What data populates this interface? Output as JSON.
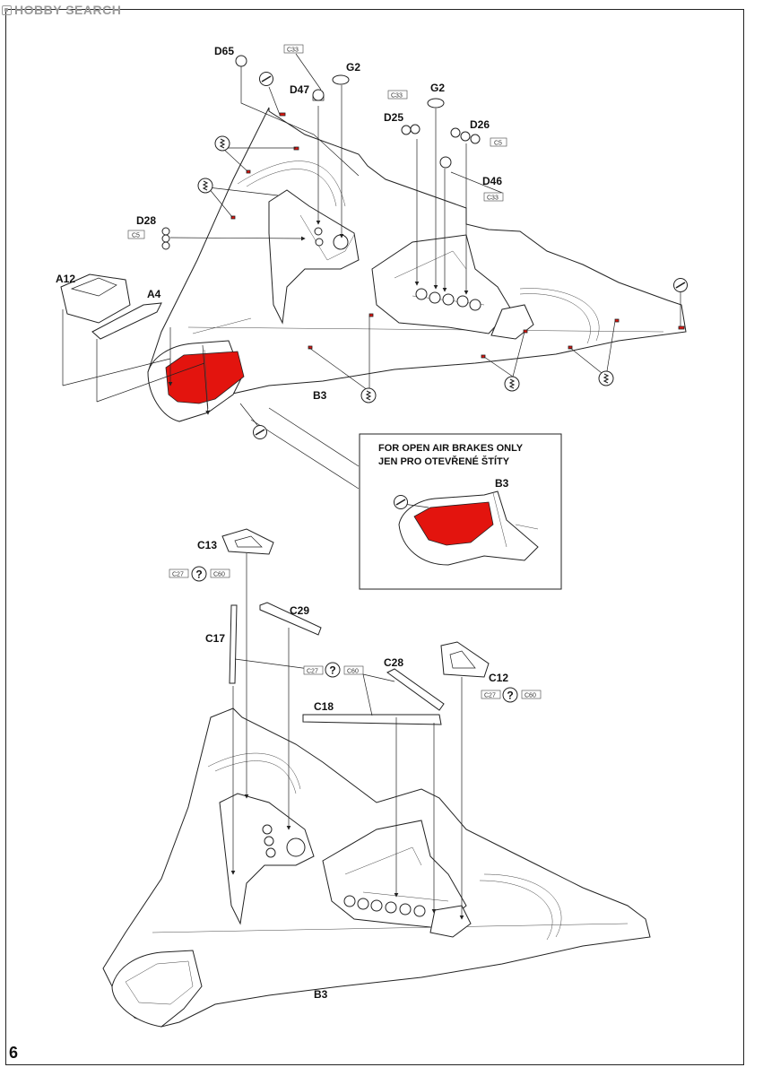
{
  "watermark": "HOBBY SEARCH",
  "page_number": "6",
  "callout": {
    "line1": "FOR OPEN AIR BRAKES ONLY",
    "line2": "JEN PRO OTEVŘENÉ ŠTÍTY",
    "part": "B3"
  },
  "parts": {
    "D65": "D65",
    "C33a": "C33",
    "G2a": "G2",
    "D47": "D47",
    "C33b": "C33",
    "G2b": "G2",
    "D25": "D25",
    "D26": "D26",
    "C5a": "C5",
    "D46": "D46",
    "C33c": "C33",
    "D28": "D28",
    "C5b": "C5",
    "A12": "A12",
    "A4": "A4",
    "B3a": "B3",
    "C13": "C13",
    "C27a": "C27",
    "C60a": "C60",
    "C29": "C29",
    "C17": "C17",
    "C27b": "C27",
    "C60b": "C60",
    "C28": "C28",
    "C12": "C12",
    "C27c": "C27",
    "C60c": "C60",
    "C18": "C18",
    "B3b": "B3"
  },
  "colors": {
    "paint": "#e3140e",
    "line": "#222222"
  },
  "icons": {
    "glue": "glue-icon",
    "drill": "drill-hole-icon",
    "option": "question-mark-icon"
  }
}
